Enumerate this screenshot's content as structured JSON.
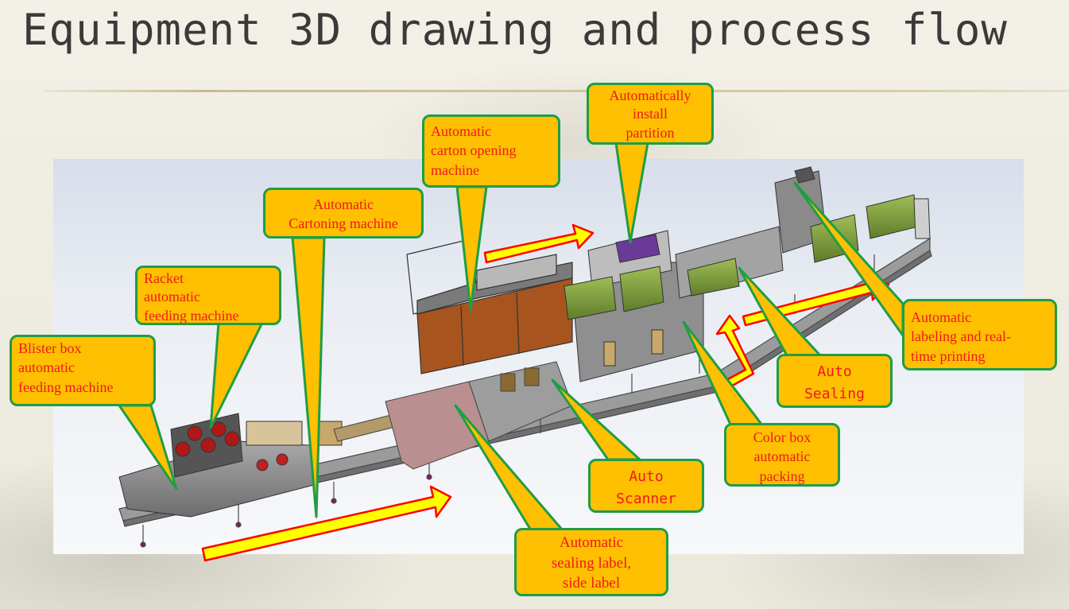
{
  "page": {
    "title": "Equipment 3D drawing and process flow"
  },
  "colors": {
    "callout_fill": "#fec000",
    "callout_border": "#1f9d46",
    "callout_text": "#f01818",
    "flow_arrow_fill": "#ffff00",
    "flow_arrow_border": "#ff0000",
    "pointer_line": "#1f9d46"
  },
  "callouts": {
    "blister_box": "Blister box\nautomatic\nfeeding machine",
    "racket": "Racket\nautomatic\nfeeding machine",
    "cartoning": "Automatic\nCartoning machine",
    "carton_opening": "Automatic\ncarton opening\nmachine",
    "partition": "Automatically\ninstall\npartition",
    "labeling": "Automatic\nlabeling and real-\ntime printing",
    "auto_sealing": "Auto\nSealing",
    "color_box": "Color box\nautomatic\npacking",
    "auto_scanner": "Auto\nScanner",
    "sealing_label": "Automatic\nsealing label,\nside label"
  }
}
